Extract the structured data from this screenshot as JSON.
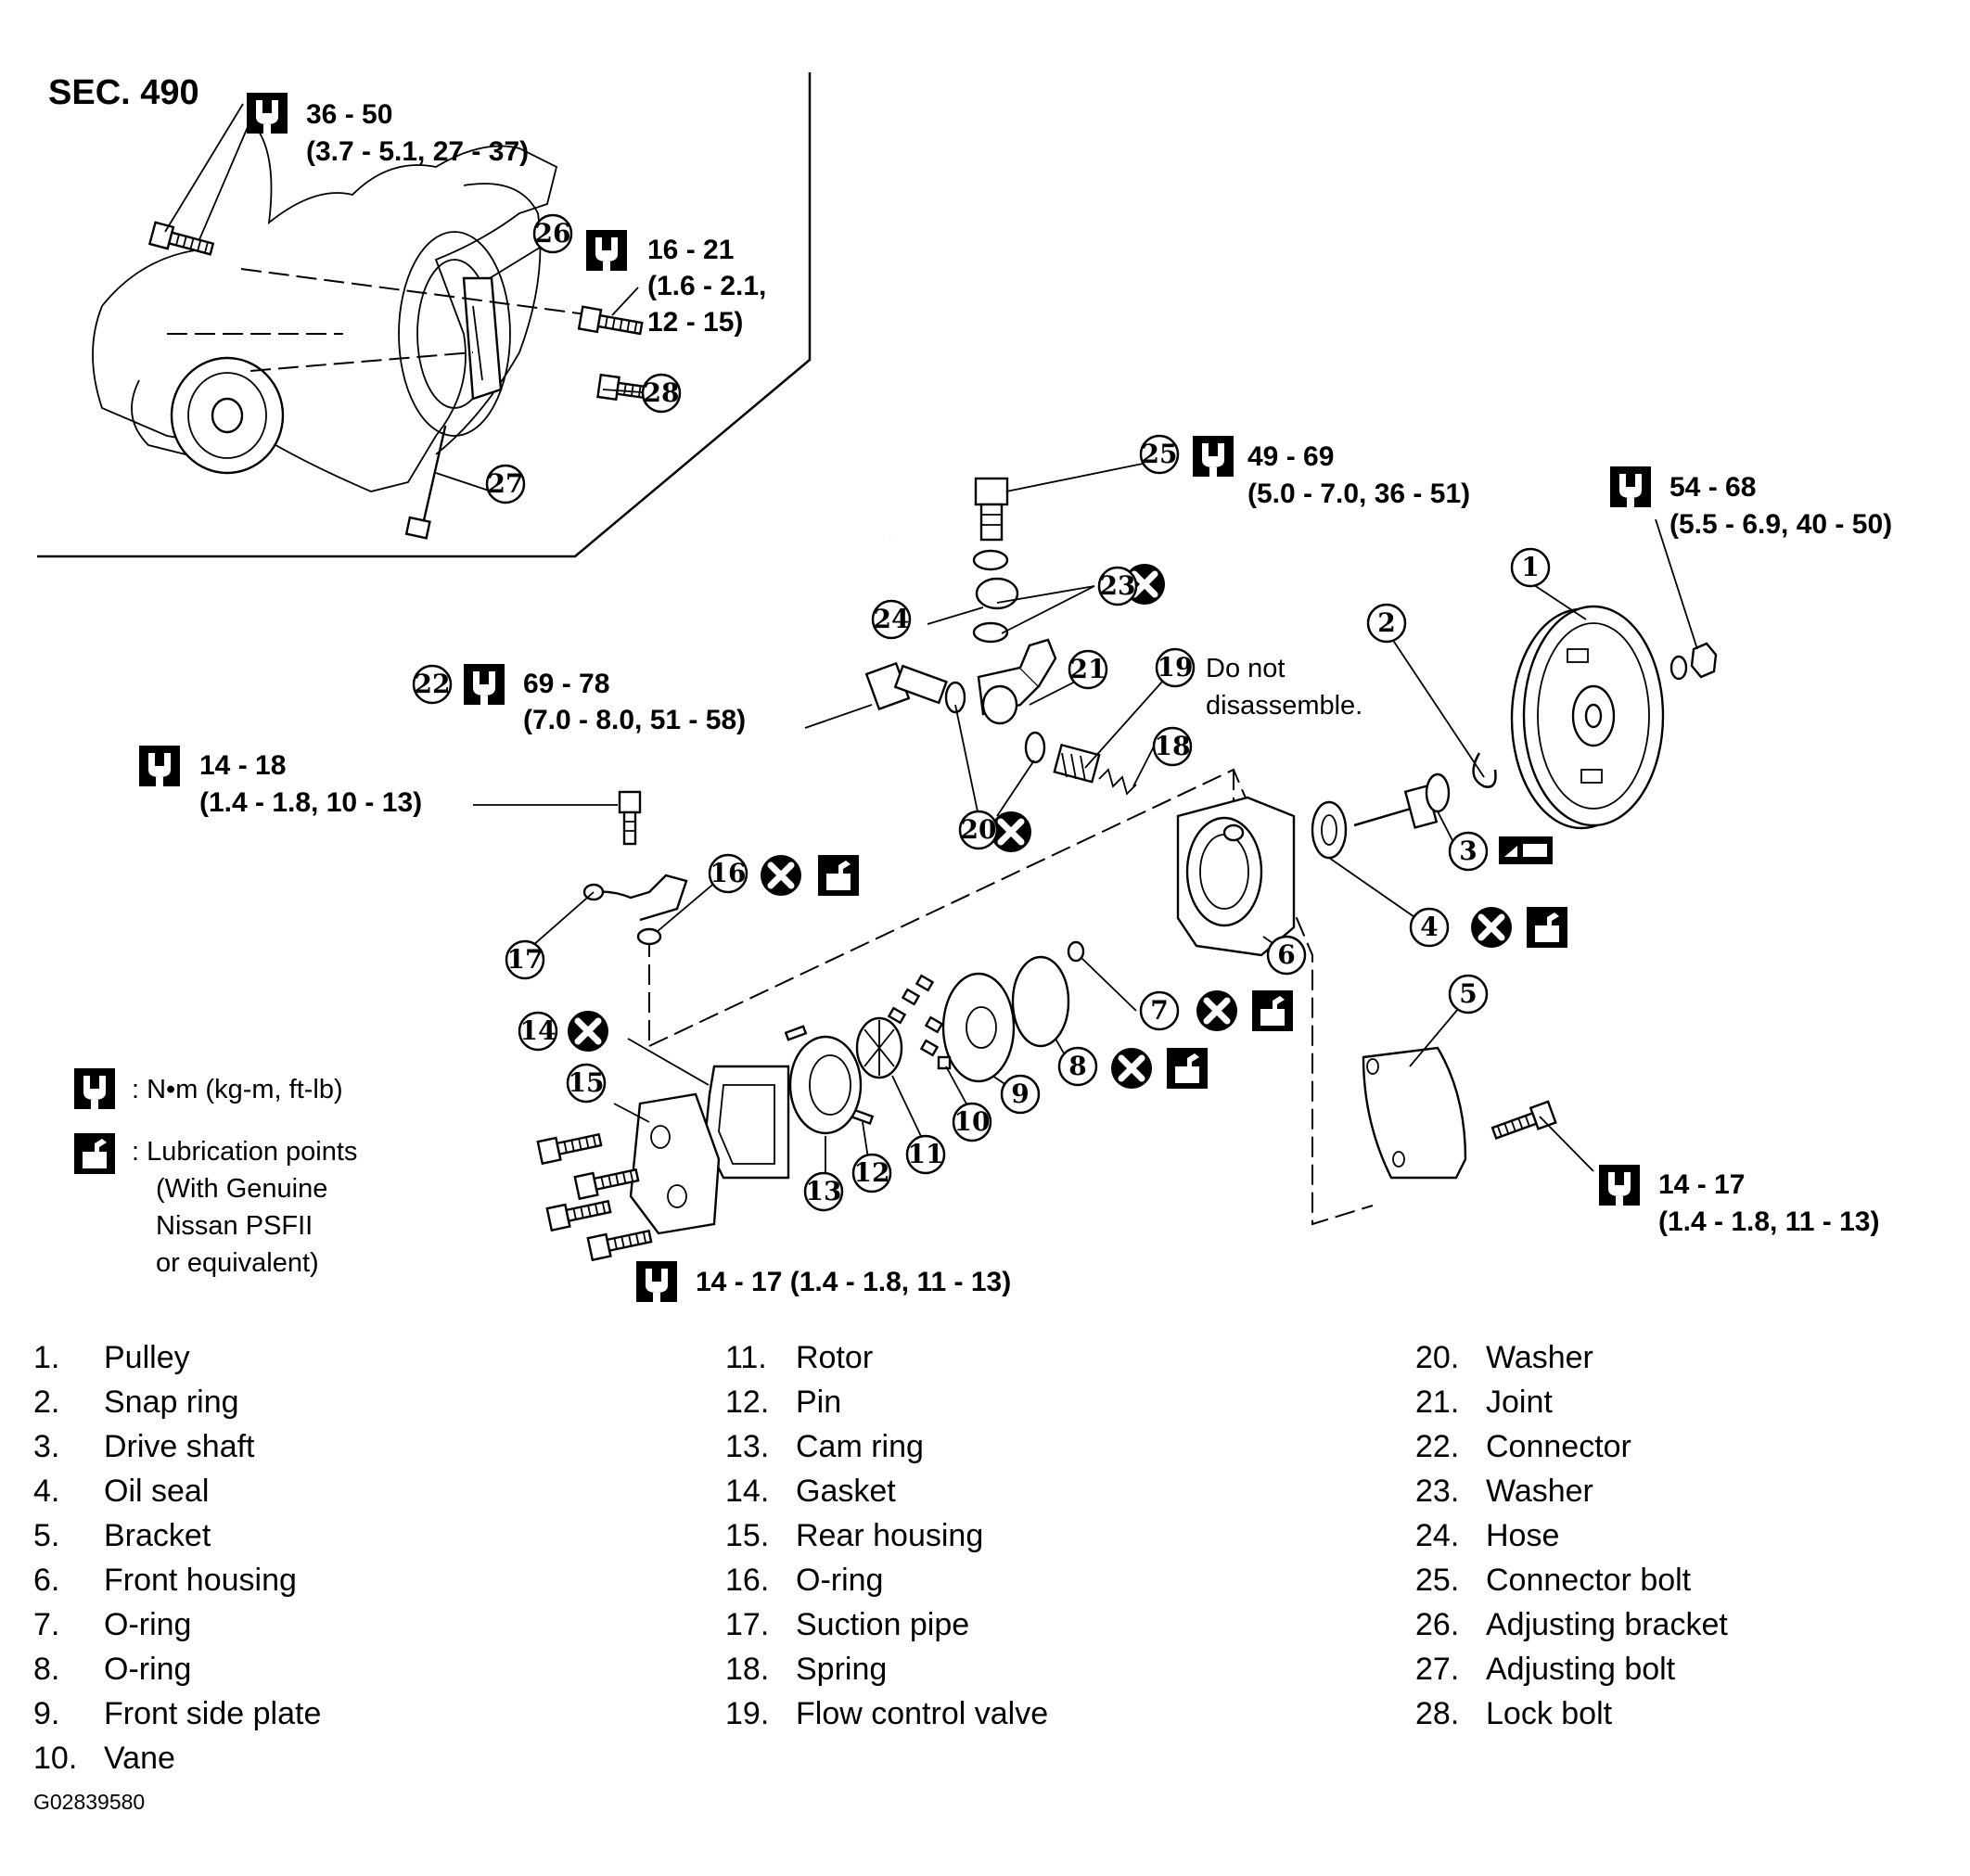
{
  "section": "SEC. 490",
  "torque_specs": {
    "t1": {
      "line1": "36 - 50",
      "line2": "(3.7 - 5.1, 27 - 37)"
    },
    "t2": {
      "line1": "16 - 21",
      "line2": "(1.6 - 2.1,",
      "line3": "12 - 15)"
    },
    "t3": {
      "line1": "49 - 69",
      "line2": "(5.0 - 7.0, 36 - 51)"
    },
    "t4": {
      "line1": "54 - 68",
      "line2": "(5.5 - 6.9, 40 - 50)"
    },
    "t5": {
      "line1": "69 - 78",
      "line2": "(7.0 - 8.0, 51 - 58)"
    },
    "t6": {
      "line1": "14 - 18",
      "line2": "(1.4 - 1.8, 10 - 13)"
    },
    "t7": {
      "line1": "14 - 17",
      "line2": "(1.4 - 1.8, 11 - 13)"
    },
    "t8": {
      "line1": "14 - 17 (1.4 - 1.8, 11 - 13)"
    }
  },
  "note_flow_valve": {
    "line1": "Do not",
    "line2": "disassemble."
  },
  "symbol_legend": {
    "torque": ": N•m (kg-m, ft-lb)",
    "lube_line1": ": Lubrication points",
    "lube_line2": "(With Genuine",
    "lube_line3": "Nissan PSFII",
    "lube_line4": "or equivalent)"
  },
  "callouts": [
    "1",
    "2",
    "3",
    "4",
    "5",
    "6",
    "7",
    "8",
    "9",
    "10",
    "11",
    "12",
    "13",
    "14",
    "15",
    "16",
    "17",
    "18",
    "19",
    "20",
    "21",
    "22",
    "23",
    "24",
    "25",
    "26",
    "27",
    "28"
  ],
  "parts": [
    {
      "no": "1.",
      "name": "Pulley"
    },
    {
      "no": "2.",
      "name": "Snap ring"
    },
    {
      "no": "3.",
      "name": "Drive shaft"
    },
    {
      "no": "4.",
      "name": "Oil seal"
    },
    {
      "no": "5.",
      "name": "Bracket"
    },
    {
      "no": "6.",
      "name": "Front housing"
    },
    {
      "no": "7.",
      "name": "O-ring"
    },
    {
      "no": "8.",
      "name": "O-ring"
    },
    {
      "no": "9.",
      "name": "Front side plate"
    },
    {
      "no": "10.",
      "name": "Vane"
    },
    {
      "no": "11.",
      "name": "Rotor"
    },
    {
      "no": "12.",
      "name": "Pin"
    },
    {
      "no": "13.",
      "name": "Cam ring"
    },
    {
      "no": "14.",
      "name": "Gasket"
    },
    {
      "no": "15.",
      "name": "Rear housing"
    },
    {
      "no": "16.",
      "name": "O-ring"
    },
    {
      "no": "17.",
      "name": "Suction pipe"
    },
    {
      "no": "18.",
      "name": "Spring"
    },
    {
      "no": "19.",
      "name": "Flow control valve"
    },
    {
      "no": "20.",
      "name": "Washer"
    },
    {
      "no": "21.",
      "name": "Joint"
    },
    {
      "no": "22.",
      "name": "Connector"
    },
    {
      "no": "23.",
      "name": "Washer"
    },
    {
      "no": "24.",
      "name": "Hose"
    },
    {
      "no": "25.",
      "name": "Connector bolt"
    },
    {
      "no": "26.",
      "name": "Adjusting bracket"
    },
    {
      "no": "27.",
      "name": "Adjusting bolt"
    },
    {
      "no": "28.",
      "name": "Lock bolt"
    }
  ],
  "figure_code": "G02839580"
}
